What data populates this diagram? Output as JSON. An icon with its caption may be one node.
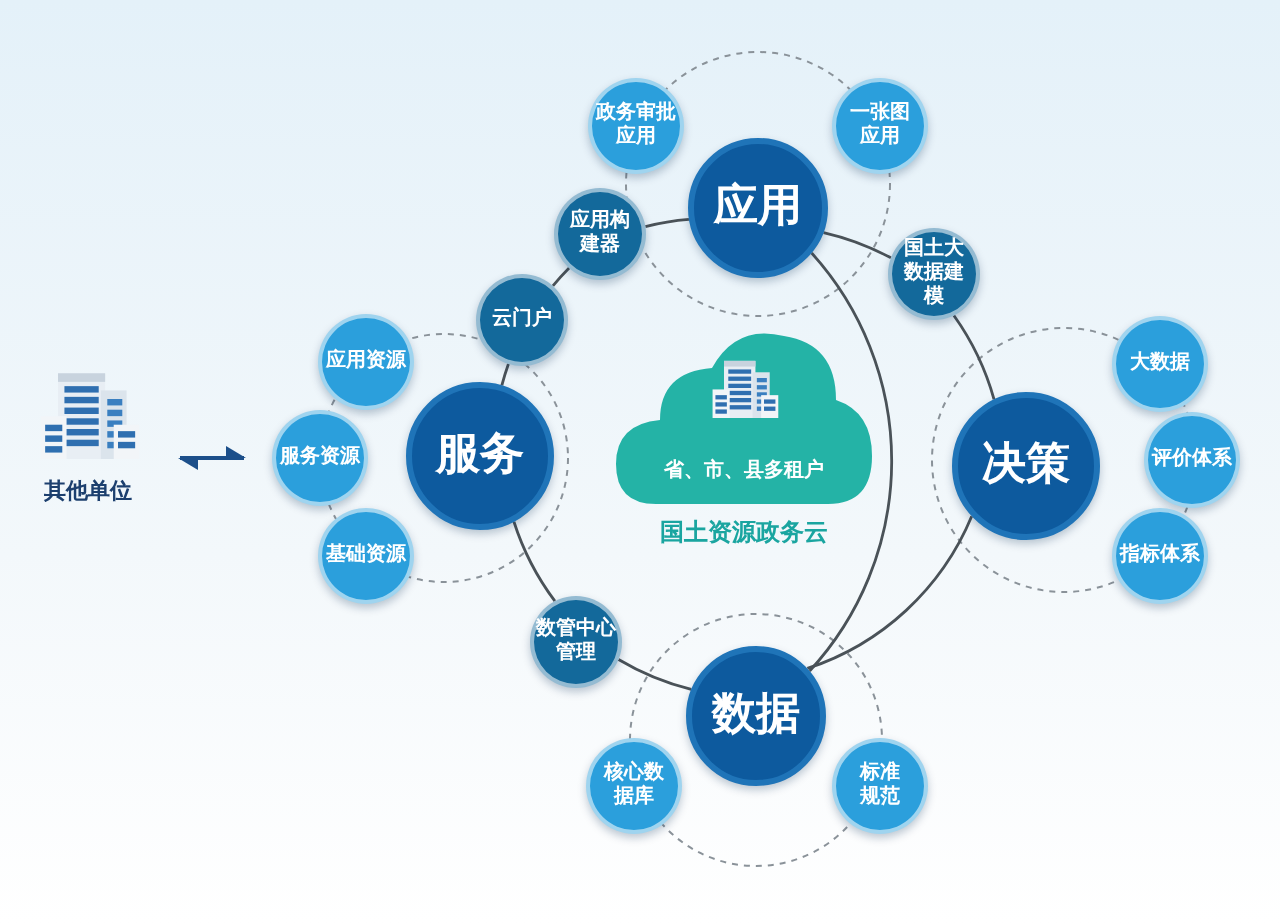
{
  "diagram": {
    "nodes": [
      {
        "text": [
          "其他单位"
        ]
      },
      {
        "text": [
          "应用资源"
        ]
      },
      {
        "text": [
          "服务资源"
        ]
      },
      {
        "text": [
          "基础资源"
        ]
      },
      {
        "text": [
          "服务"
        ]
      },
      {
        "text": [
          "云门户"
        ]
      },
      {
        "text": [
          "政务审批应用"
        ]
      },
      {
        "text": [
          "应用构建器"
        ]
      },
      {
        "text": [
          "应用"
        ]
      },
      {
        "text": [
          "一张图应用"
        ]
      },
      {
        "text": [
          "国土大数据建模"
        ]
      },
      {
        "text": [
          "省、市、县多租户"
        ],
        "beside": [
          "国土资源政务云"
        ]
      },
      {
        "text": [
          "决策"
        ]
      },
      {
        "text": [
          "大数据"
        ]
      },
      {
        "text": [
          "评价体系"
        ]
      },
      {
        "text": [
          "指标体系"
        ]
      },
      {
        "text": [
          "数管中心管理"
        ]
      },
      {
        "text": [
          "数据"
        ]
      },
      {
        "text": [
          "核心数据库"
        ]
      },
      {
        "text": [
          "标准规范"
        ]
      }
    ],
    "edges": [
      {
        "from": 0,
        "to": 2,
        "arrow": "both"
      },
      {
        "from": 4,
        "to": 5,
        "arrow": "none"
      },
      {
        "from": 5,
        "to": 7,
        "arrow": "none"
      },
      {
        "from": 7,
        "to": 8,
        "arrow": "none"
      },
      {
        "from": 8,
        "to": 10,
        "arrow": "none"
      },
      {
        "from": 10,
        "to": 12,
        "arrow": "none"
      },
      {
        "from": 12,
        "to": 17,
        "arrow": "none"
      },
      {
        "from": 17,
        "to": 16,
        "arrow": "none"
      },
      {
        "from": 16,
        "to": 4,
        "arrow": "none"
      },
      {
        "from": 8,
        "to": 17,
        "arrow": "none"
      }
    ]
  }
}
